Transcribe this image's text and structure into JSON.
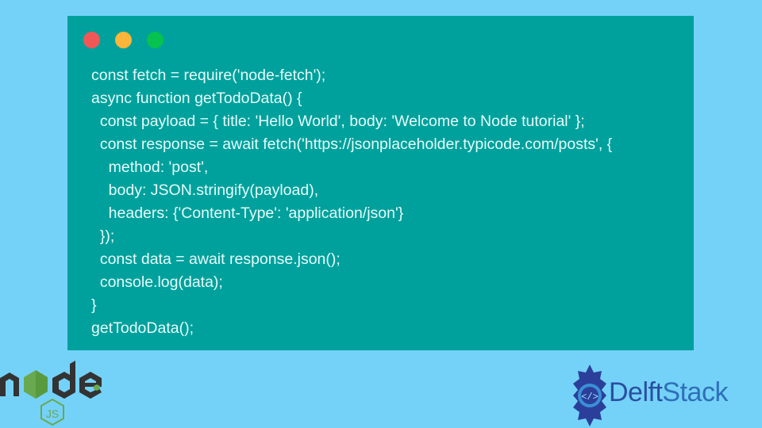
{
  "window": {
    "controls": [
      {
        "name": "close",
        "color": "#f25757"
      },
      {
        "name": "minimize",
        "color": "#fbb53a"
      },
      {
        "name": "maximize",
        "color": "#05c34e"
      }
    ],
    "background_color": "#00a19c"
  },
  "code": {
    "lines": [
      "const fetch = require('node-fetch');",
      "async function getTodoData() {",
      "  const payload = { title: 'Hello World', body: 'Welcome to Node tutorial' };",
      "  const response = await fetch('https://jsonplaceholder.typicode.com/posts', {",
      "    method: 'post',",
      "    body: JSON.stringify(payload),",
      "    headers: {'Content-Type': 'application/json'}",
      "  });",
      "  const data = await response.json();",
      "  console.log(data);",
      "}",
      "getTodoData();"
    ]
  },
  "logos": {
    "node": {
      "text": "node",
      "sub": "JS"
    },
    "delftstack": {
      "part1": "Delft",
      "part2": "Stack"
    }
  },
  "page": {
    "background_color": "#74d2f9"
  }
}
